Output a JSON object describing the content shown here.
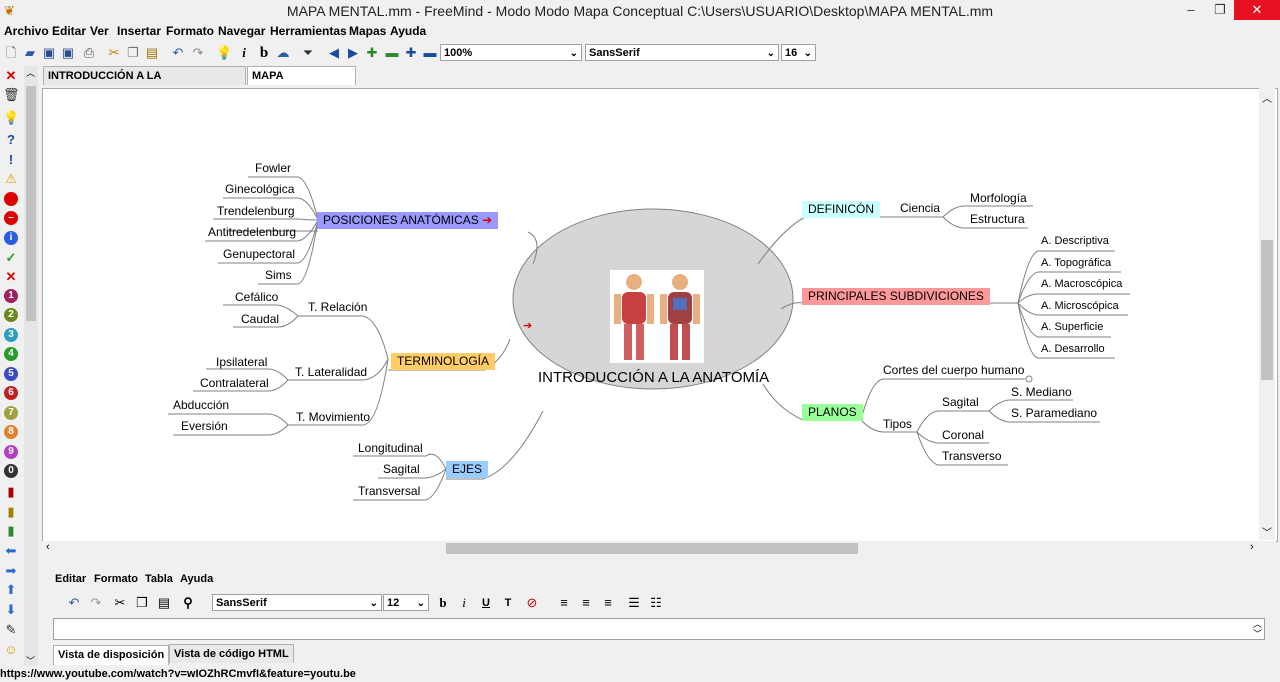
{
  "window": {
    "title": "MAPA MENTAL.mm - FreeMind - Modo Modo Mapa Conceptual C:\\Users\\USUARIO\\Desktop\\MAPA MENTAL.mm",
    "minimize": "–",
    "restore": "❐",
    "close": "✕"
  },
  "menu": [
    "Archivo",
    "Editar",
    "Ver",
    "Insertar",
    "Formato",
    "Navegar",
    "Herramientas",
    "Mapas",
    "Ayuda"
  ],
  "toolbar": {
    "zoom": "100%",
    "font": "SansSerif",
    "size": "16"
  },
  "tabs": [
    "INTRODUCCIÓN A LA ANATOMÍA.mm*",
    "MAPA MENTAL.mm"
  ],
  "map": {
    "root": "INTRODUCCIÓN A LA ANATOMÍA",
    "posiciones": {
      "label": "POSICIONES ANATÓMICAS",
      "arrow": "➔",
      "children": [
        "Fowler",
        "Ginecológica",
        "Trendelenburg",
        "Antitredelenburg",
        "Genupectoral",
        "Sims"
      ]
    },
    "terminologia": {
      "label": "TERMINOLOGÍA",
      "relacion": {
        "label": "T. Relación",
        "children": [
          "Cefálico",
          "Caudal"
        ]
      },
      "lateralidad": {
        "label": "T. Lateralidad",
        "children": [
          "Ipsilateral",
          "Contralateral"
        ]
      },
      "movimiento": {
        "label": "T. Movimiento",
        "children": [
          "Abducción",
          "Eversión"
        ]
      }
    },
    "ejes": {
      "label": "EJES",
      "children": [
        "Longitudinal",
        "Sagital",
        "Transversal"
      ]
    },
    "definicion": {
      "label": "DEFINICÓN",
      "ciencia": "Ciencia",
      "children": [
        "Morfología",
        "Estructura"
      ]
    },
    "subdivisiones": {
      "label": "PRINCIPALES SUBDIVICIONES",
      "children": [
        "A. Descriptiva",
        "A. Topográfica",
        "A. Macroscópica",
        "A. Microscópica",
        "A. Superficie",
        "A. Desarrollo"
      ]
    },
    "planos": {
      "label": "PLANOS",
      "cortes": "Cortes del cuerpo humano",
      "tipos": "Tipos",
      "sagital": "Sagital",
      "sagital_children": [
        "S. Mediano",
        "S. Paramediano"
      ],
      "coronal": "Coronal",
      "transverso": "Transverso"
    },
    "root_arrow": "➔",
    "colors": {
      "posiciones": "#9999ff",
      "terminologia": "#ffcc66",
      "ejes": "#99ccff",
      "definicion": "#ccffff",
      "subdivisiones": "#ff9999",
      "planos": "#99ff99",
      "ellipse": "#d6d6d6"
    }
  },
  "editor": {
    "menu": [
      "Editar",
      "Formato",
      "Tabla",
      "Ayuda"
    ],
    "font": "SansSerif",
    "size": "12",
    "tabs": [
      "Vista de disposición",
      "Vista de código HTML"
    ]
  },
  "status": "https://www.youtube.com/watch?v=wIOZhRCmvfI&feature=youtu.be"
}
